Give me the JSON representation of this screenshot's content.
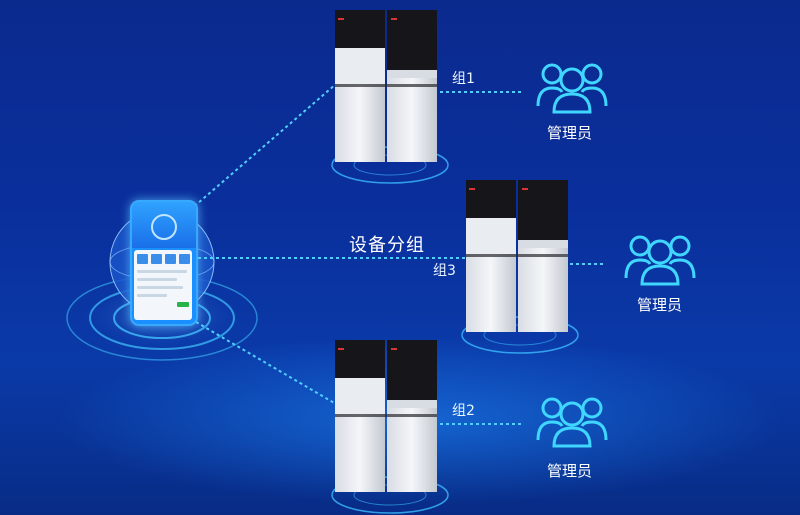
{
  "diagram": {
    "title": "设备分组",
    "groups": [
      {
        "id": "g1",
        "label": "组1",
        "admin": "管理员"
      },
      {
        "id": "g3",
        "label": "组3",
        "admin": "管理员"
      },
      {
        "id": "g2",
        "label": "组2",
        "admin": "管理员"
      }
    ]
  },
  "colors": {
    "background": "#0a2f9c",
    "connector": "#4fd0ff",
    "admin_icon": "#3fd6ff"
  },
  "icons": [
    "phone-icon",
    "globe-icon",
    "water-dispenser-icon",
    "admin-group-icon"
  ]
}
